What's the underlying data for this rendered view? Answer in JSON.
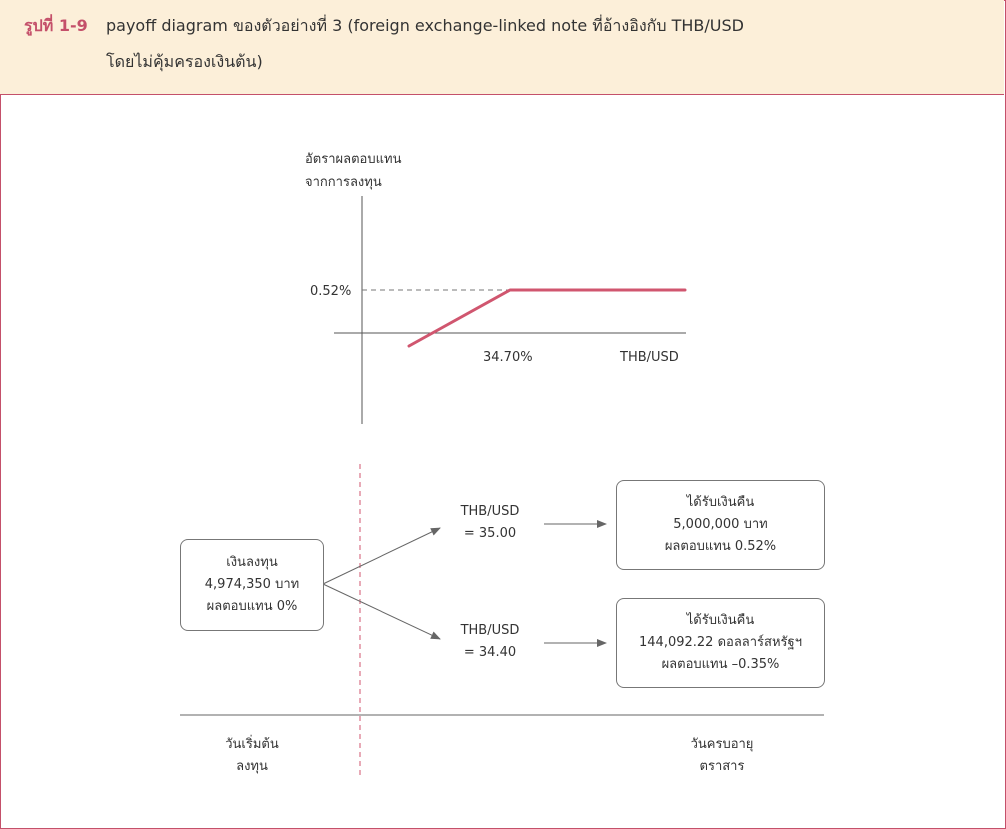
{
  "figure": {
    "label": "รูปที่ 1-9",
    "title_line1": "payoff diagram ของตัวอย่างที่ 3 (foreign exchange-linked note ที่อ้างอิงกับ THB/USD",
    "title_line2": "โดยไม่คุ้มครองเงินต้น)"
  },
  "payoff_chart": {
    "y_axis_label_line1": "อัตราผลตอบแทน",
    "y_axis_label_line2": "จากการลงทุน",
    "y_tick": "0.52%",
    "x_tick": "34.70%",
    "x_axis_label": "THB/USD",
    "line_color": "#d0566f"
  },
  "flow": {
    "start_box": {
      "line1": "เงินลงทุน",
      "line2": "4,974,350 บาท",
      "line3": "ผลตอบแทน 0%"
    },
    "upper_condition": {
      "line1": "THB/USD",
      "line2": "= 35.00"
    },
    "lower_condition": {
      "line1": "THB/USD",
      "line2": "= 34.40"
    },
    "upper_result": {
      "line1": "ได้รับเงินคืน",
      "line2": "5,000,000 บาท",
      "line3": "ผลตอบแทน 0.52%"
    },
    "lower_result": {
      "line1": "ได้รับเงินคืน",
      "line2": "144,092.22 ดอลลาร์สหรัฐฯ",
      "line3": "ผลตอบแทน –0.35%"
    }
  },
  "timeline": {
    "start_line1": "วันเริ่มต้น",
    "start_line2": "ลงทุน",
    "end_line1": "วันครบอายุ",
    "end_line2": "ตราสาร"
  },
  "colors": {
    "accent": "#c4506a",
    "header_bg": "#fcefd9"
  }
}
